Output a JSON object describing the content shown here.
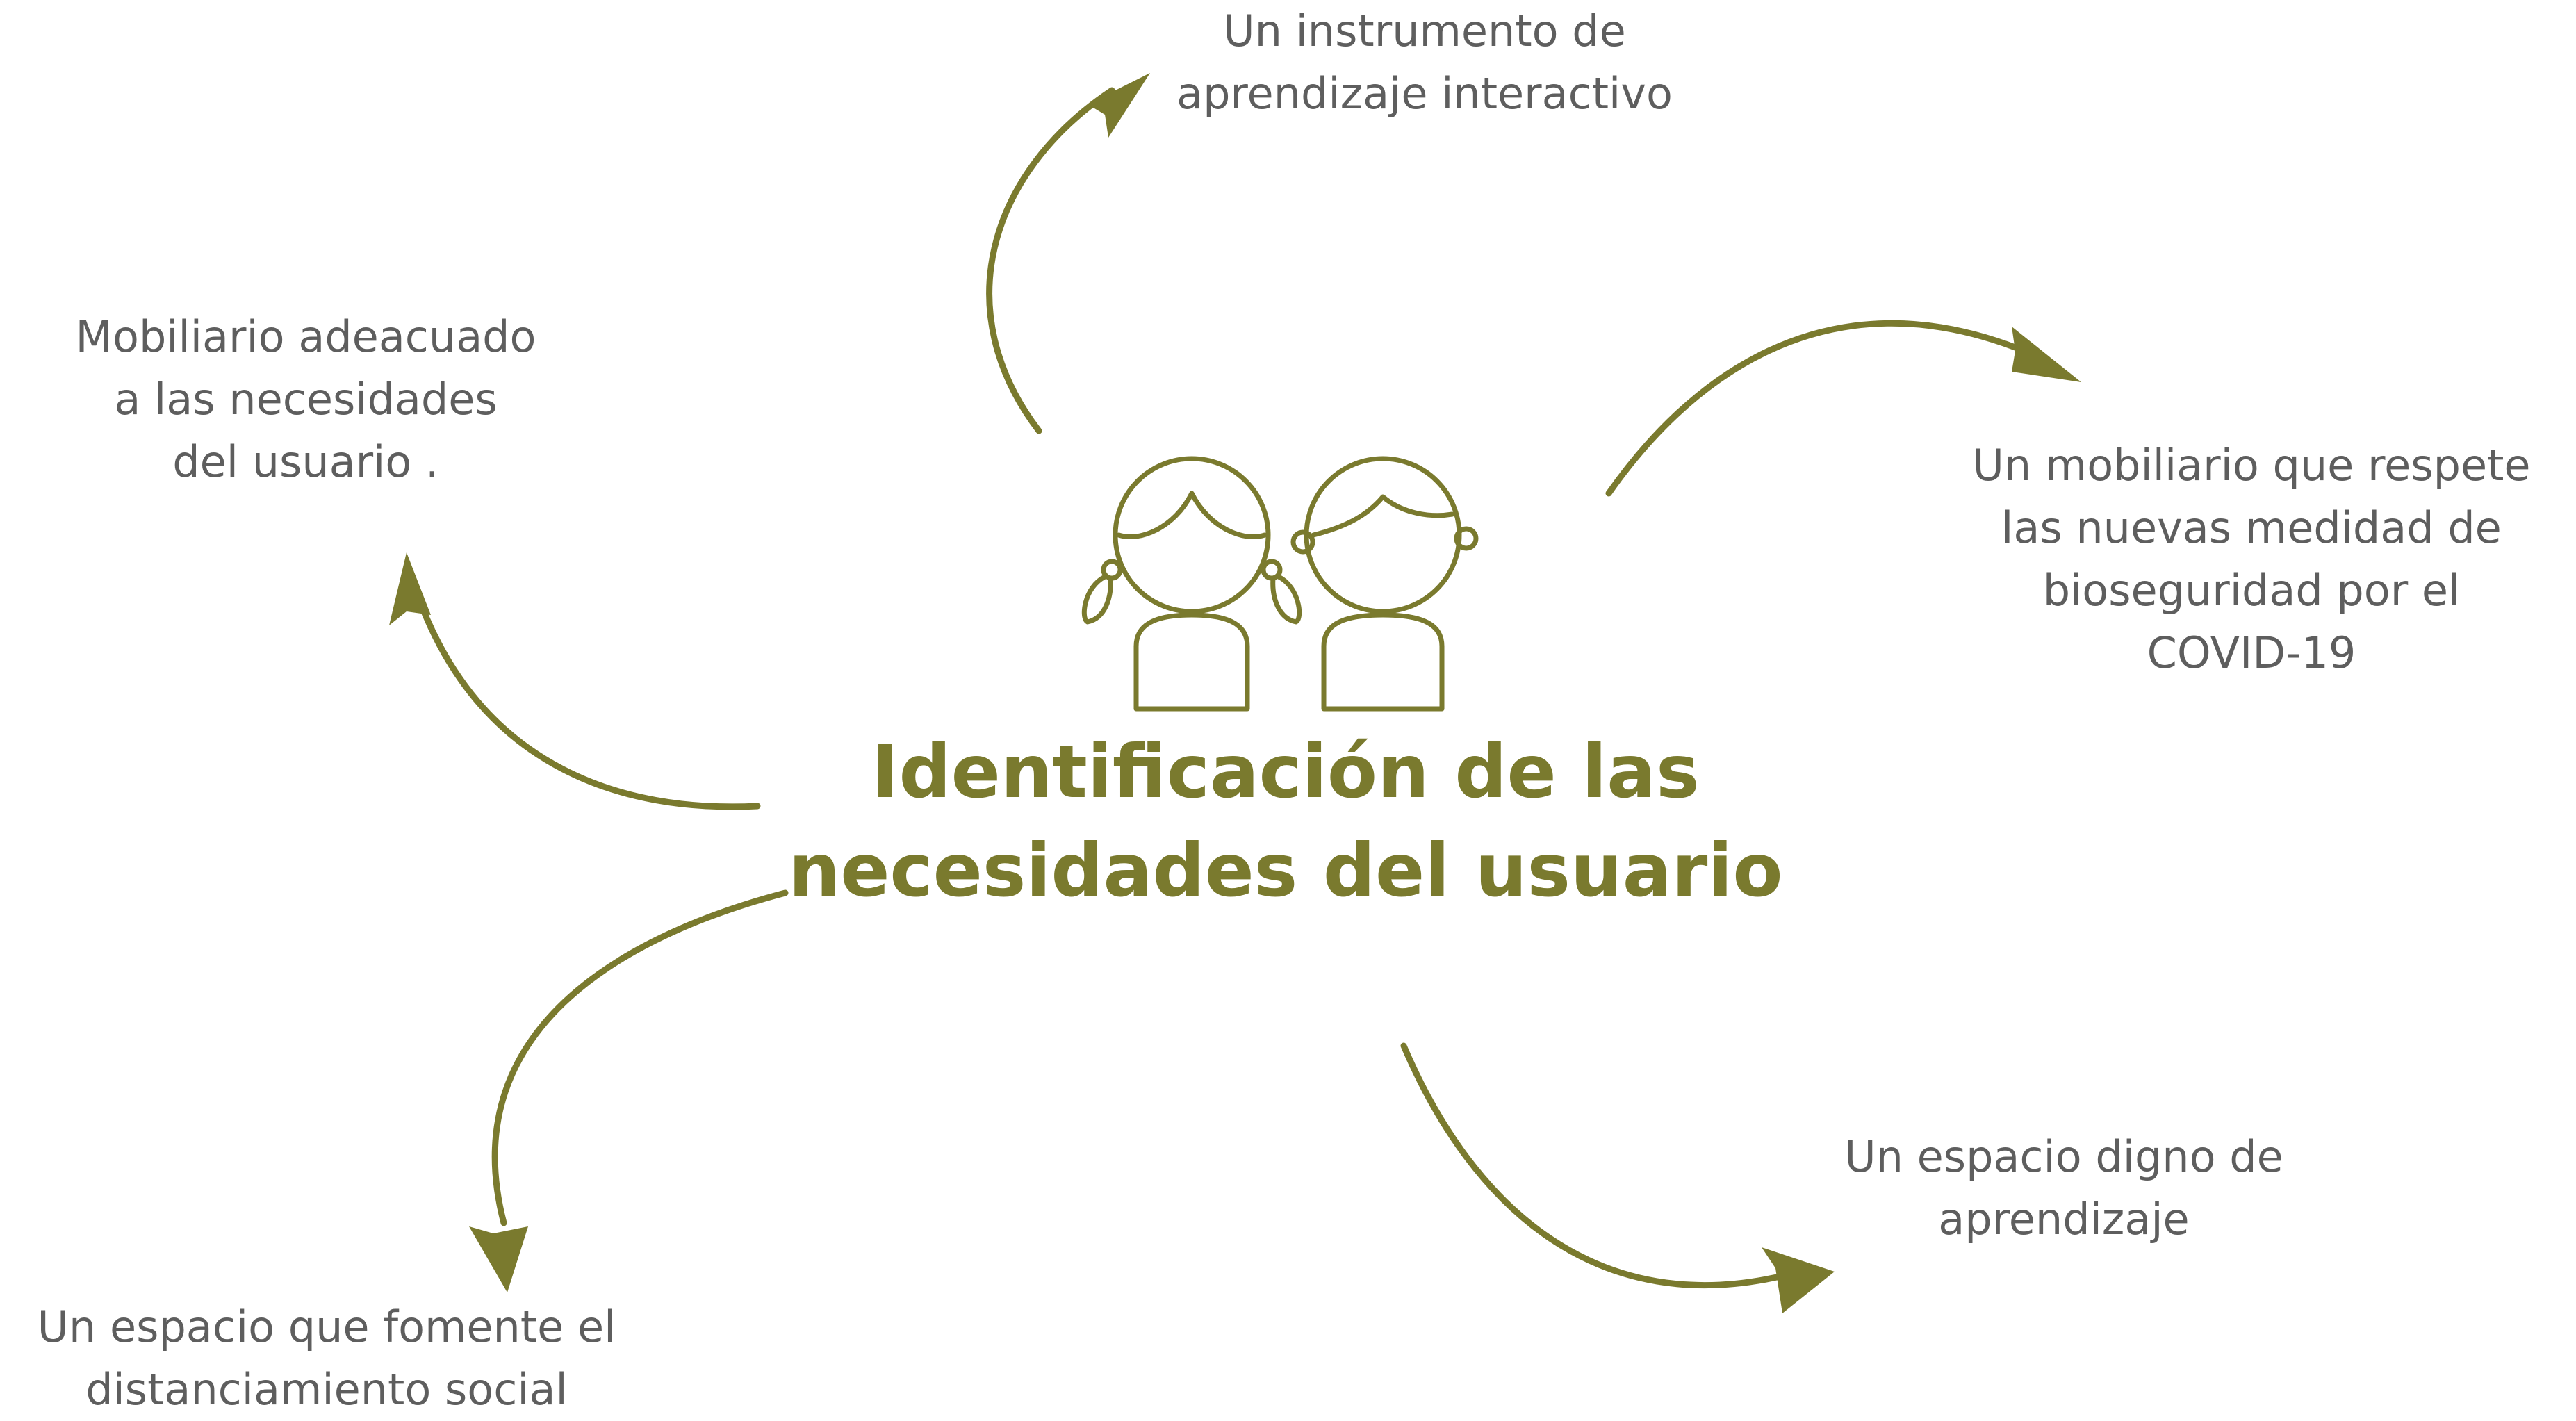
{
  "colors": {
    "accent": "#7a7a2e",
    "text": "#5e5e5e",
    "background": "#ffffff"
  },
  "center": {
    "icon": "children-icon",
    "title_lines": [
      "Identificación de las",
      "necesidades del usuario"
    ]
  },
  "nodes": [
    {
      "id": "top",
      "lines": [
        "Un instrumento de",
        "aprendizaje interactivo"
      ]
    },
    {
      "id": "left",
      "lines": [
        "Mobiliario adeacuado",
        "a las necesidades",
        "del usuario ."
      ]
    },
    {
      "id": "right",
      "lines": [
        "Un mobiliario que respete",
        "las nuevas medidad de",
        "bioseguridad por el",
        "COVID-19"
      ]
    },
    {
      "id": "bottom-left",
      "lines": [
        "Un espacio que fomente el",
        "distanciamiento social"
      ]
    },
    {
      "id": "bottom-right",
      "lines": [
        "Un espacio digno de",
        "aprendizaje"
      ]
    }
  ]
}
